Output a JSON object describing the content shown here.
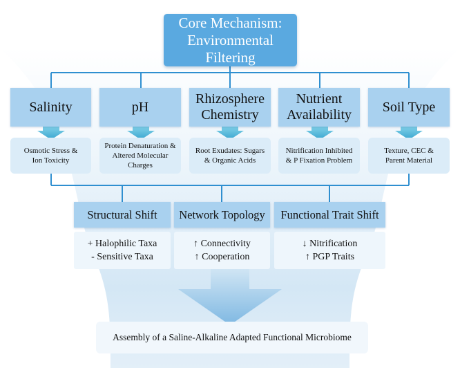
{
  "core": {
    "line1": "Core Mechanism:",
    "line2": "Environmental Filtering"
  },
  "factors": [
    {
      "line1": "Salinity",
      "line2": ""
    },
    {
      "line1": "pH",
      "line2": ""
    },
    {
      "line1": "Rhizosphere",
      "line2": "Chemistry"
    },
    {
      "line1": "Nutrient",
      "line2": "Availability"
    },
    {
      "line1": "Soil Type",
      "line2": ""
    }
  ],
  "effects": [
    {
      "line1": "Osmotic Stress &",
      "line2": "Ion Toxicity"
    },
    {
      "line1": "Protein Denaturation &",
      "line2": "Altered Molecular Charges"
    },
    {
      "line1": "Root Exudates: Sugars",
      "line2": "& Organic Acids"
    },
    {
      "line1": "Nitrification Inhibited",
      "line2": "& P Fixation Problem"
    },
    {
      "line1": "Texture, CEC &",
      "line2": "Parent Material"
    }
  ],
  "shifts": [
    {
      "title": "Structural Shift",
      "line1": "+ Halophilic Taxa",
      "line2": "- Sensitive Taxa"
    },
    {
      "title": "Network Topology",
      "line1": "↑ Connectivity",
      "line2": "↑ Cooperation"
    },
    {
      "title": "Functional Trait Shift",
      "line1": "↓ Nitrification",
      "line2": "↑ PGP Traits"
    }
  ],
  "outcome": "Assembly of a Saline-Alkaline Adapted Functional Microbiome",
  "colors": {
    "core": "#5aa9e0",
    "factor": "#a9d1ef",
    "effect": "#dbecf8",
    "connector": "#2f8fd0",
    "arrow": "#5ab8d8"
  }
}
